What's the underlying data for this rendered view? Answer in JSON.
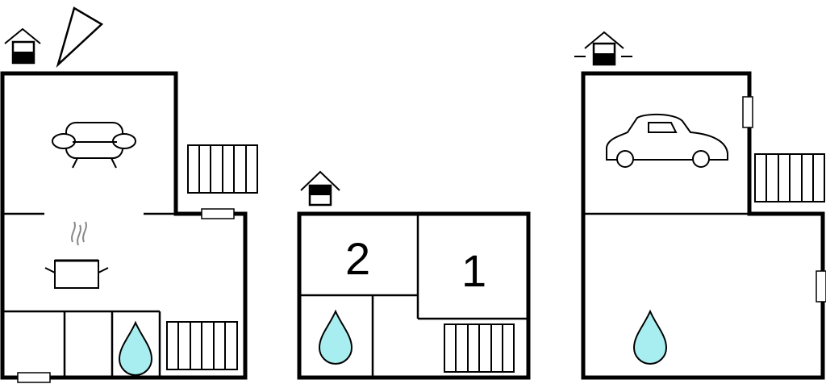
{
  "floors": [
    {
      "id": "floor-left",
      "rooms": []
    },
    {
      "id": "floor-middle",
      "rooms": [
        {
          "id": "room-2",
          "label": "2"
        },
        {
          "id": "room-1",
          "label": "1"
        }
      ]
    },
    {
      "id": "floor-right",
      "rooms": []
    }
  ],
  "icons": {
    "floor_left_level": "house-level-icon",
    "compass": "north-arrow-icon",
    "sofa": "sofa-icon",
    "cooking_pot": "cooking-pot-icon",
    "car": "car-icon",
    "water_drop": "water-drop-icon",
    "stairs": "stairs-icon"
  },
  "colors": {
    "water": "#a8eef0",
    "walls": "#000000",
    "background": "#ffffff"
  }
}
